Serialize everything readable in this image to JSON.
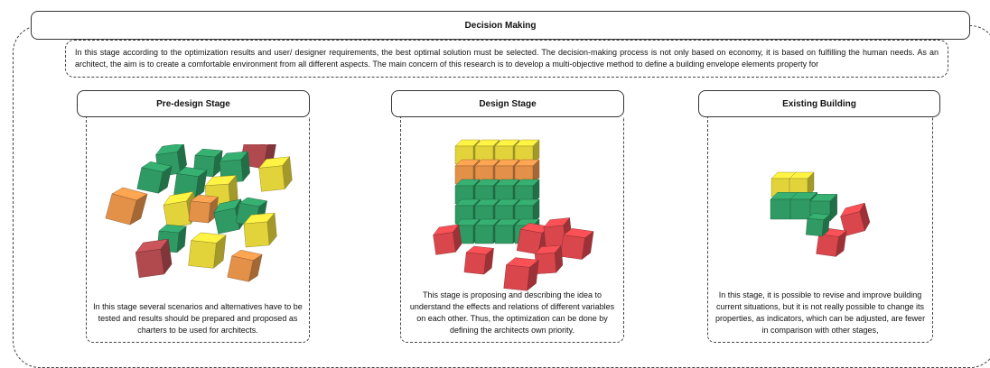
{
  "title": "Decision Making",
  "intro": "In this stage according to the optimization results and user/ designer requirements, the best optimal solution must be selected. The decision-making process is not only based on economy, it is based on fulfilling the human needs. As an architect, the aim is to create a comfortable environment from all different aspects. The main concern of this research is to develop a multi-objective method to define a building envelope elements property for",
  "stages": [
    {
      "title": "Pre-design Stage",
      "description": "In this stage several scenarios and alternatives have to be tested and results should be prepared and proposed as charters to be used for architects."
    },
    {
      "title": "Design Stage",
      "description": "This stage is proposing and describing the idea to understand the effects and relations of different variables on each other. Thus, the optimization can be done by defining the architects own priority."
    },
    {
      "title": "Existing Building",
      "description": "In this stage, it is possible to revise and improve building current situations, but it is not really possible to change its properties, as indicators, which can be adjusted, are fewer in comparison with other stages,"
    }
  ],
  "colors": {
    "green": "#2f9a63",
    "yellow": "#e3d33a",
    "orange": "#e39048",
    "red": "#d9464c",
    "darkred": "#b14a4f"
  }
}
